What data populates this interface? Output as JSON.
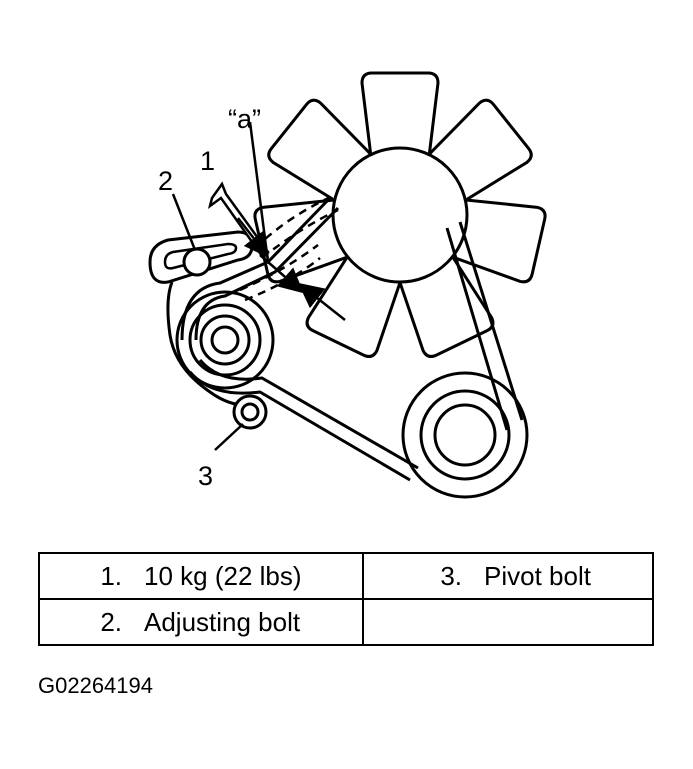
{
  "callouts": {
    "a": "“a”",
    "one": "1",
    "two": "2",
    "three": "3"
  },
  "legend": [
    [
      {
        "num": "1.",
        "text": "10 kg (22 lbs)"
      },
      {
        "num": "3.",
        "text": "Pivot bolt"
      }
    ],
    [
      {
        "num": "2.",
        "text": "Adjusting bolt"
      },
      {
        "num": "",
        "text": ""
      }
    ]
  ],
  "figure_code": "G02264194"
}
